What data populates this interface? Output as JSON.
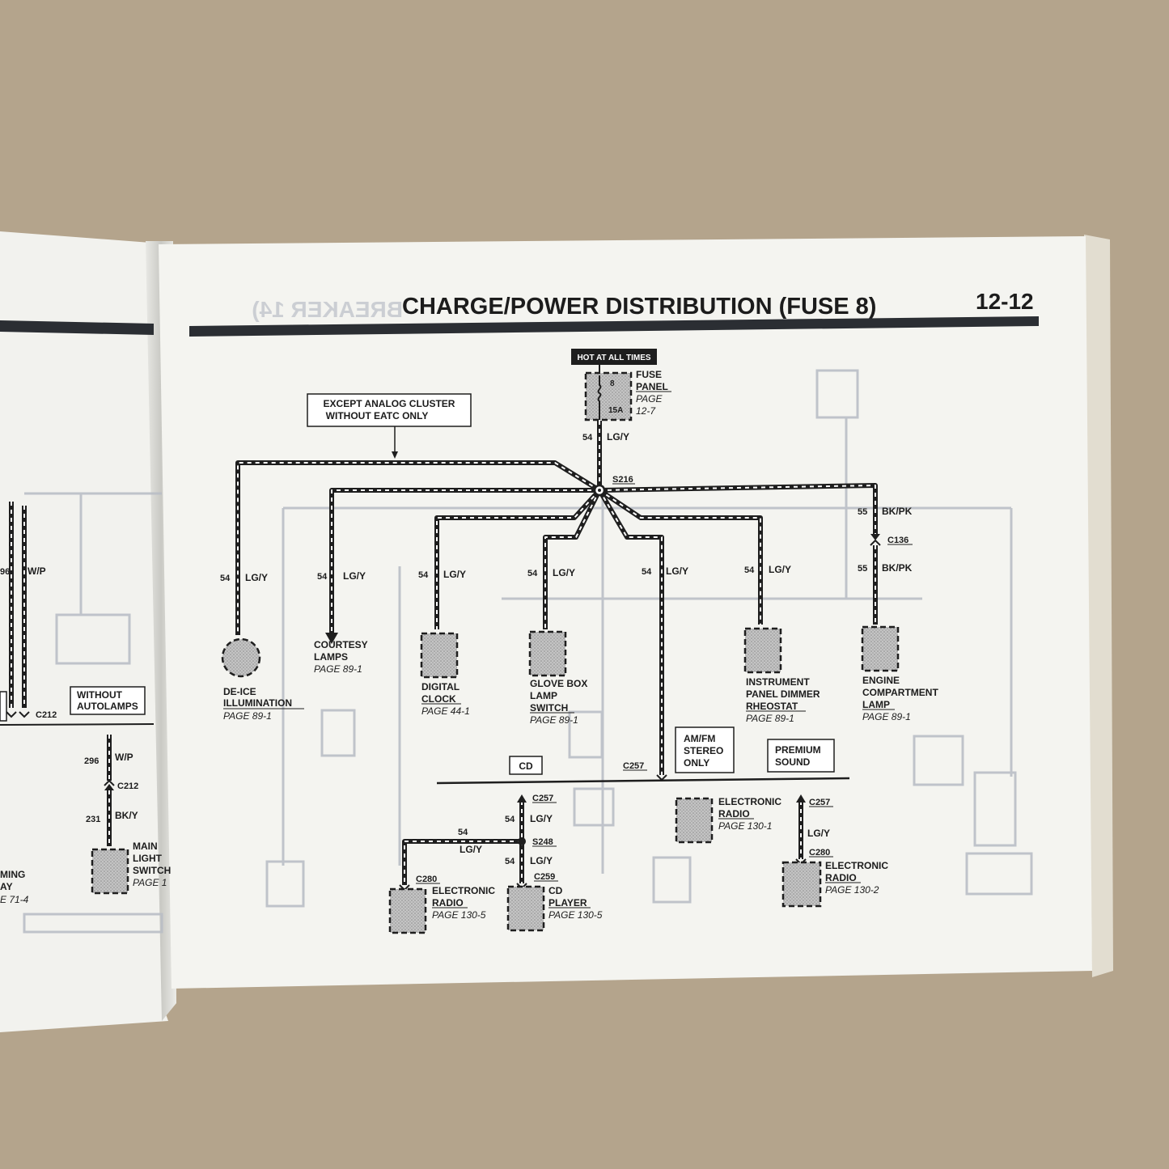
{
  "page": {
    "title": "CHARGE/POWER DISTRIBUTION (FUSE 8)",
    "page_number": "12-12",
    "hot_label": "HOT AT ALL TIMES",
    "show_through_title": "BREAKER 14)"
  },
  "fuse": {
    "number": "8",
    "rating": "15A",
    "name_line1": "FUSE",
    "name_line2": "PANEL",
    "page_line1": "PAGE",
    "page_line2": "12-7"
  },
  "note_box": {
    "line1": "EXCEPT ANALOG CLUSTER",
    "line2": "WITHOUT EATC ONLY"
  },
  "splices": {
    "s216": "S216",
    "s248": "S248"
  },
  "wires": {
    "main": {
      "num": "54",
      "color": "LG/Y"
    },
    "bk_top": {
      "num": "55",
      "color": "BK/PK"
    },
    "bk_bot": {
      "num": "55",
      "color": "BK/PK"
    },
    "deice": {
      "num": "54",
      "color": "LG/Y"
    },
    "courtesy": {
      "num": "54",
      "color": "LG/Y"
    },
    "clock": {
      "num": "54",
      "color": "LG/Y"
    },
    "glove": {
      "num": "54",
      "color": "LG/Y"
    },
    "radio_down": {
      "num": "54",
      "color": "LG/Y"
    },
    "dimmer": {
      "num": "54",
      "color": "LG/Y"
    },
    "cd_upper": {
      "num": "54",
      "color": "LG/Y"
    },
    "cd_lower": {
      "num": "54",
      "color": "LG/Y"
    },
    "radio5_branch": {
      "num": "54",
      "color": "LG/Y"
    },
    "radio2": {
      "color": "LG/Y"
    }
  },
  "connectors": {
    "c136": "C136",
    "c257_bus": "C257",
    "c257_cd": "C257",
    "c257_radio2": "C257",
    "c280_left": "C280",
    "c280_right": "C280",
    "c259": "C259"
  },
  "components": {
    "deice": {
      "line1": "DE-ICE",
      "line2": "ILLUMINATION",
      "page": "PAGE 89-1"
    },
    "courtesy": {
      "line1": "COURTESY",
      "line2": "LAMPS",
      "page": "PAGE 89-1"
    },
    "clock": {
      "line1": "DIGITAL",
      "line2": "CLOCK",
      "page": "PAGE 44-1"
    },
    "glove": {
      "line1": "GLOVE BOX",
      "line2": "LAMP",
      "line3": "SWITCH",
      "page": "PAGE 89-1"
    },
    "dimmer": {
      "line1": "INSTRUMENT",
      "line2": "PANEL DIMMER",
      "line3": "RHEOSTAT",
      "page": "PAGE 89-1"
    },
    "engine": {
      "line1": "ENGINE",
      "line2": "COMPARTMENT",
      "line3": "LAMP",
      "page": "PAGE 89-1"
    },
    "radio1": {
      "line1": "ELECTRONIC",
      "line2": "RADIO",
      "page": "PAGE 130-1"
    },
    "radio2": {
      "line1": "ELECTRONIC",
      "line2": "RADIO",
      "page": "PAGE 130-2"
    },
    "radio5": {
      "line1": "ELECTRONIC",
      "line2": "RADIO",
      "page": "PAGE 130-5"
    },
    "cdplayer": {
      "line1": "CD",
      "line2": "PLAYER",
      "page": "PAGE 130-5"
    }
  },
  "option_boxes": {
    "cd": "CD",
    "amfm_line1": "AM/FM",
    "amfm_line2": "STEREO",
    "amfm_line3": "ONLY",
    "premium_line1": "PREMIUM",
    "premium_line2": "SOUND"
  },
  "left_page": {
    "wire_w_p": "W/P",
    "wire_96": "96",
    "conn_c212_a": "C212",
    "without_line1": "WITHOUT",
    "without_line2": "AUTOLAMPS",
    "wire_296": "296",
    "wire_296_color": "W/P",
    "conn_c212_b": "C212",
    "wire_231": "231",
    "wire_231_color": "BK/Y",
    "main_line1": "MAIN",
    "main_line2": "LIGHT",
    "main_line3": "SWITCH",
    "main_page": "PAGE 1",
    "frag_ming": "MING",
    "frag_ay": "AY",
    "frag_page": "E 71-4"
  },
  "colors": {
    "background": "#b4a48c",
    "page": "#f4f4f0",
    "ink": "#1c1c1c",
    "ghost": "#b9bec6",
    "component_fill": "#b3b3b3"
  }
}
